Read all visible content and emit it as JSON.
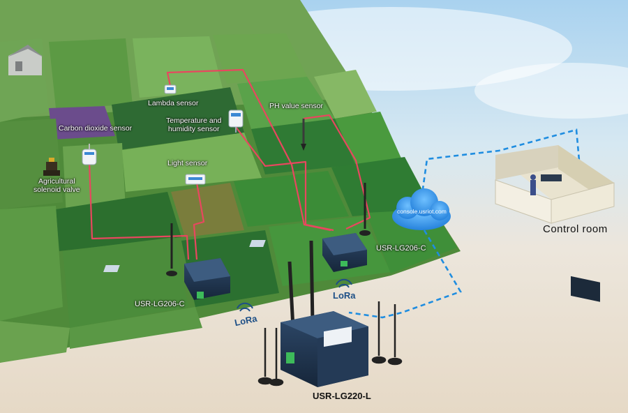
{
  "labels": {
    "lambda_sensor": "Lambda sensor",
    "temp_humidity_line1": "Temperature and",
    "temp_humidity_line2": "humidity sensor",
    "ph_sensor": "PH value  sensor",
    "co2_sensor": "Carbon dioxide sensor",
    "light_sensor": "Light sensor",
    "valve_line1": "Agricultural",
    "valve_line2": "solenoid valve",
    "node_left": "USR-LG206-C",
    "node_right": "USR-LG206-C",
    "gateway": "USR-LG220-L",
    "control_room": "Control room",
    "cloud": "console.usriot.com",
    "lora_left": "LoRa",
    "lora_right": "LoRa"
  },
  "colors": {
    "wire": "#e8475f",
    "network_link": "#1f8de0",
    "cloud": "#2d8fe2",
    "device_body": "#1f3550"
  }
}
